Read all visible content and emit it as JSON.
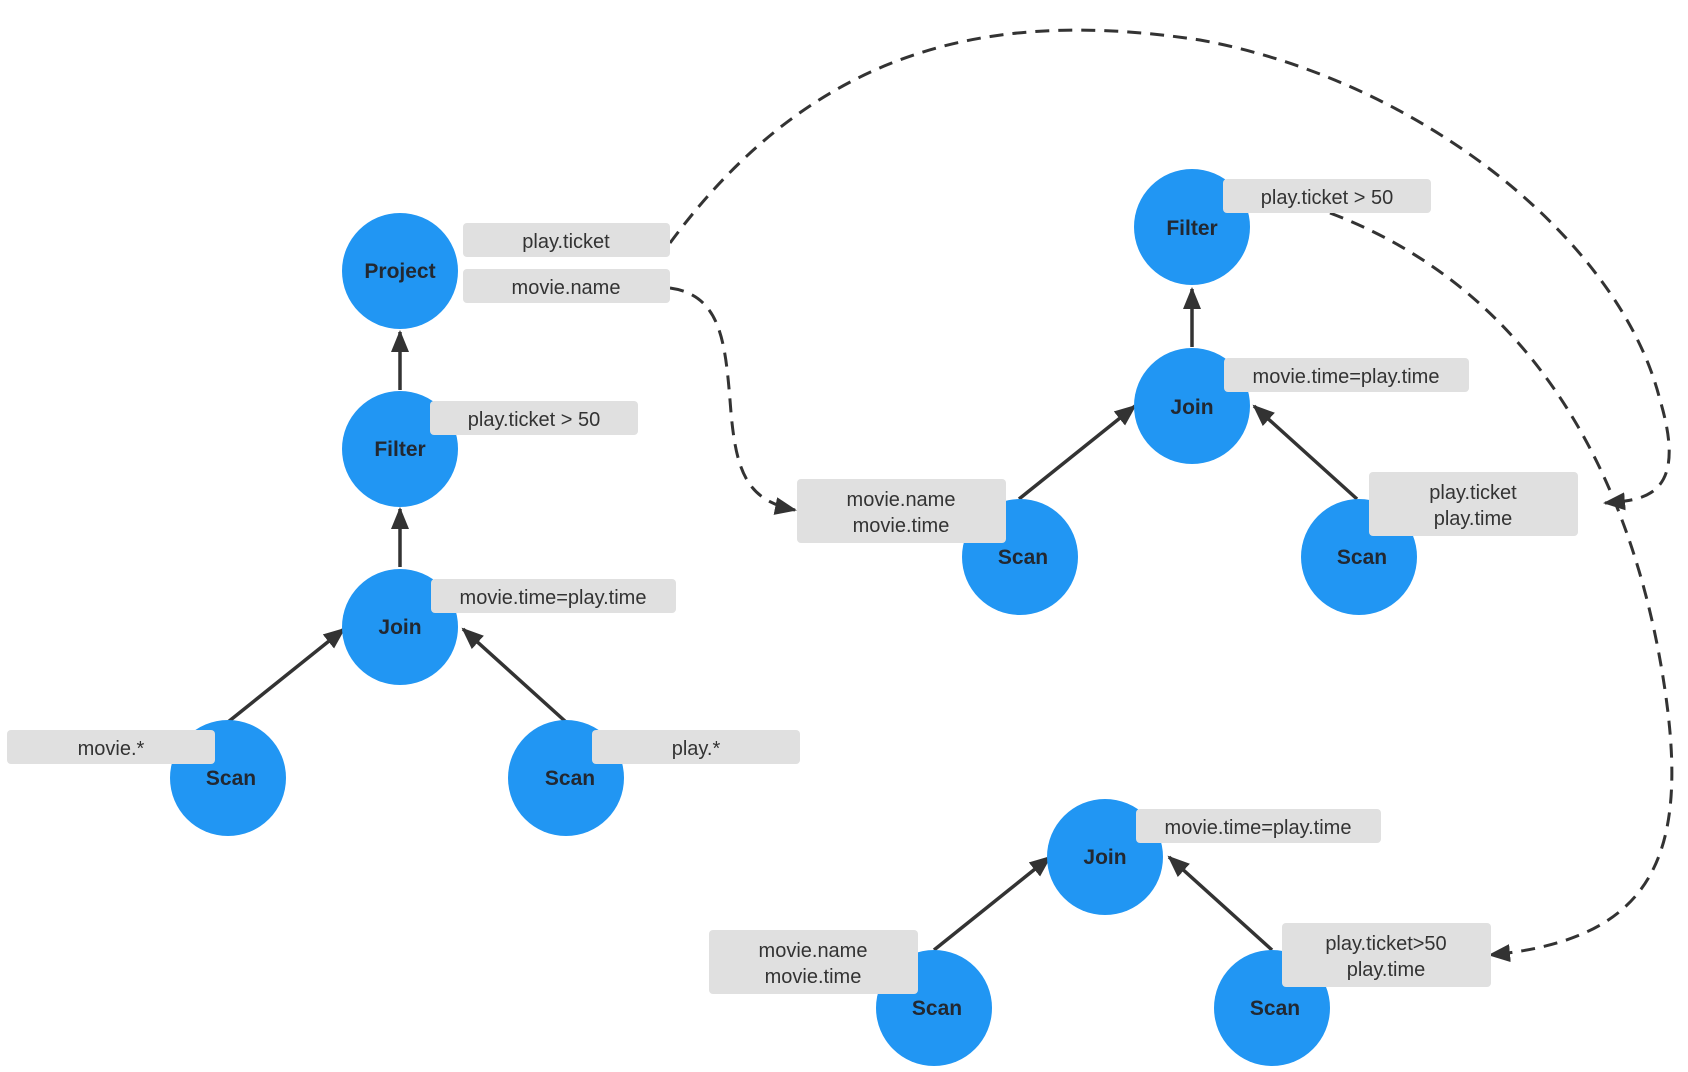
{
  "colors": {
    "node": "#2196f3",
    "tag": "#e0e0e0",
    "edge": "#333333"
  },
  "plan_before": {
    "project": {
      "label": "Project",
      "tags": [
        "play.ticket",
        "movie.name"
      ]
    },
    "filter": {
      "label": "Filter",
      "tag": "play.ticket > 50"
    },
    "join": {
      "label": "Join",
      "tag": "movie.time=play.time"
    },
    "scan_movie": {
      "label": "Scan",
      "tag": "movie.*"
    },
    "scan_play": {
      "label": "Scan",
      "tag": "play.*"
    }
  },
  "plan_middle": {
    "filter": {
      "label": "Filter",
      "tag": "play.ticket > 50"
    },
    "join": {
      "label": "Join",
      "tag": "movie.time=play.time"
    },
    "scan_movie": {
      "label": "Scan",
      "tag_line1": "movie.name",
      "tag_line2": "movie.time"
    },
    "scan_play": {
      "label": "Scan",
      "tag_line1": "play.ticket",
      "tag_line2": "play.time"
    }
  },
  "plan_after": {
    "join": {
      "label": "Join",
      "tag": "movie.time=play.time"
    },
    "scan_movie": {
      "label": "Scan",
      "tag_line1": "movie.name",
      "tag_line2": "movie.time"
    },
    "scan_play": {
      "label": "Scan",
      "tag_line1": "play.ticket>50",
      "tag_line2": "play.time"
    }
  }
}
